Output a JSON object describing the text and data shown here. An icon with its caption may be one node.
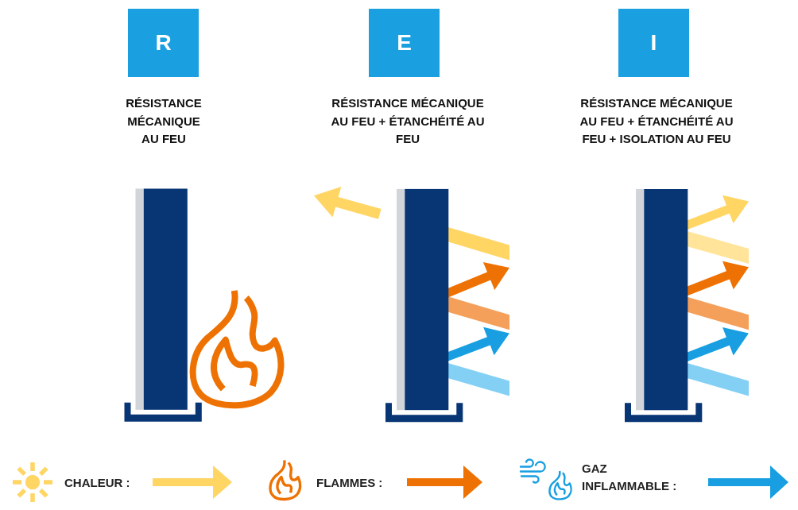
{
  "diagram": {
    "nodes": [
      {
        "text": [
          "R"
        ],
        "beside": [
          "RÉSISTANCE MÉCANIQUE AU FEU"
        ]
      },
      {
        "text": [
          "E"
        ],
        "beside": [
          "RÉSISTANCE MÉCANIQUE AU FEU + ÉTANCHÉITÉ AU FEU"
        ]
      },
      {
        "text": [
          "I"
        ],
        "beside": [
          "RÉSISTANCE MÉCANIQUE AU FEU + ÉTANCHÉITÉ AU FEU + ISOLATION AU FEU"
        ]
      }
    ],
    "legend": [
      {
        "text": "CHALEUR :",
        "color": "#ffd564"
      },
      {
        "text": "FLAMMES :",
        "color": "#ee7203"
      },
      {
        "text": "GAZ INFLAMMABLE :",
        "color": "#199fe1"
      }
    ]
  }
}
